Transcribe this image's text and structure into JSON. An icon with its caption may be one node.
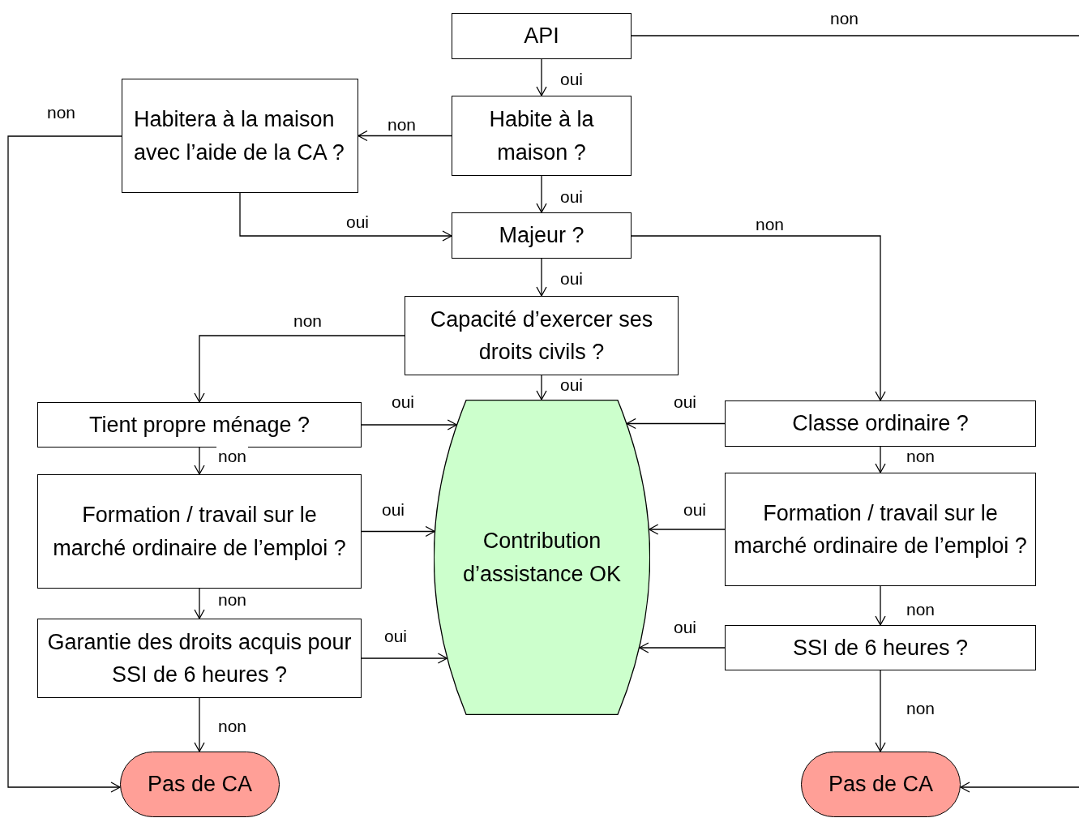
{
  "diagram": {
    "nodes": [
      {
        "text": [
          "API"
        ]
      },
      {
        "text": [
          "Habite à la maison ?"
        ]
      },
      {
        "text": [
          "Habitera à la maison avec l’aide de la CA ?"
        ]
      },
      {
        "text": [
          "Majeur ?"
        ]
      },
      {
        "text": [
          "Capacité d’exercer ses droits civils ?"
        ]
      },
      {
        "text": [
          "Tient propre ménage ?"
        ]
      },
      {
        "text": [
          "Contribution d’assistance OK"
        ]
      },
      {
        "text": [
          "Classe ordinaire ?"
        ]
      },
      {
        "text": [
          "Formation / travail sur le marché ordinaire de l’emploi ?"
        ]
      },
      {
        "text": [
          "Formation / travail sur le marché ordinaire de l’emploi ?"
        ]
      },
      {
        "text": [
          "Garantie des droits acquis pour SSI de 6 heures ?"
        ]
      },
      {
        "text": [
          "SSI de 6 heures ?"
        ]
      },
      {
        "text": [
          "Pas de CA"
        ]
      },
      {
        "text": [
          "Pas de CA"
        ]
      }
    ],
    "edges": [
      {
        "from": 0,
        "to": null,
        "arrow": "none",
        "label": "non"
      },
      {
        "from": 0,
        "to": 1,
        "arrow": "to",
        "label": "oui"
      },
      {
        "from": 1,
        "to": 2,
        "arrow": "to",
        "label": "non"
      },
      {
        "from": 2,
        "to": 12,
        "arrow": "to",
        "label": "non"
      },
      {
        "from": 1,
        "to": 3,
        "arrow": "to",
        "label": "oui"
      },
      {
        "from": 2,
        "to": 3,
        "arrow": "to",
        "label": "oui"
      },
      {
        "from": 3,
        "to": 7,
        "arrow": "to",
        "label": "non"
      },
      {
        "from": 3,
        "to": 4,
        "arrow": "to",
        "label": "oui"
      },
      {
        "from": 4,
        "to": 5,
        "arrow": "to",
        "label": "non"
      },
      {
        "from": 4,
        "to": 6,
        "arrow": "to",
        "label": "oui"
      },
      {
        "from": 5,
        "to": 6,
        "arrow": "to",
        "label": "oui"
      },
      {
        "from": 7,
        "to": 6,
        "arrow": "to",
        "label": "oui"
      },
      {
        "from": 5,
        "to": 8,
        "arrow": "to",
        "label": "non"
      },
      {
        "from": 7,
        "to": 9,
        "arrow": "to",
        "label": "non"
      },
      {
        "from": 8,
        "to": 6,
        "arrow": "to",
        "label": "oui"
      },
      {
        "from": 9,
        "to": 6,
        "arrow": "to",
        "label": "oui"
      },
      {
        "from": 8,
        "to": 10,
        "arrow": "to",
        "label": "non"
      },
      {
        "from": 9,
        "to": 11,
        "arrow": "to",
        "label": "non"
      },
      {
        "from": 10,
        "to": 6,
        "arrow": "to",
        "label": "oui"
      },
      {
        "from": 11,
        "to": 6,
        "arrow": "to",
        "label": "oui"
      },
      {
        "from": 10,
        "to": 12,
        "arrow": "to",
        "label": "non"
      },
      {
        "from": 11,
        "to": 13,
        "arrow": "to",
        "label": "non"
      },
      {
        "from": null,
        "to": 13,
        "arrow": "to"
      }
    ]
  }
}
